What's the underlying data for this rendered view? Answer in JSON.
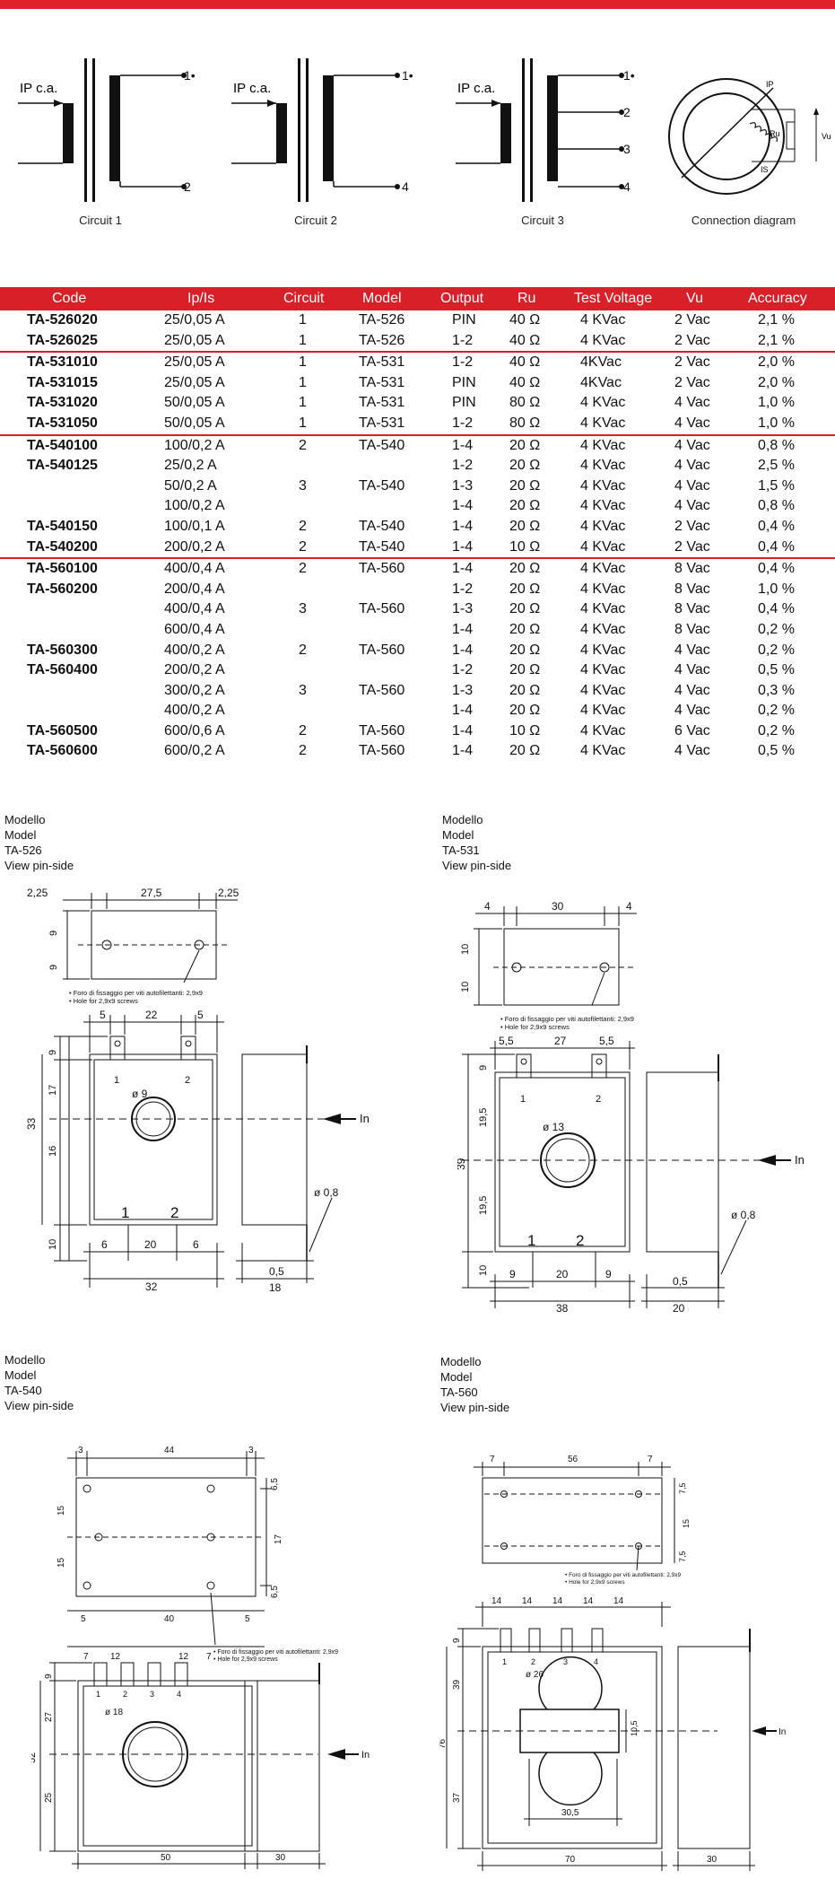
{
  "circuits": [
    {
      "label": "Circuit 1",
      "input": "IP c.a.",
      "pins": [
        "1•",
        "2"
      ]
    },
    {
      "label": "Circuit 2",
      "input": "IP c.a.",
      "pins": [
        "1•",
        "4"
      ]
    },
    {
      "label": "Circuit 3",
      "input": "IP c.a.",
      "pins": [
        "1•",
        "2",
        "3",
        "4"
      ]
    },
    {
      "label": "Connection diagram",
      "ip": "IP",
      "ru": "Ru",
      "is": "IS",
      "vu": "Vu"
    }
  ],
  "table": {
    "headers": [
      "Code",
      "Ip/Is",
      "Circuit",
      "Model",
      "Output",
      "Ru",
      "Test Voltage",
      "Vu",
      "Accuracy"
    ],
    "rows": [
      {
        "code": "TA-526020",
        "ipis": "25/0,05 A",
        "circuit": "1",
        "model": "TA-526",
        "output": "PIN",
        "ru": "40 Ω",
        "tv": "4 KVac",
        "vu": "2 Vac",
        "acc": "2,1 %",
        "sep": false
      },
      {
        "code": "TA-526025",
        "ipis": "25/0,05 A",
        "circuit": "1",
        "model": "TA-526",
        "output": "1-2",
        "ru": "40 Ω",
        "tv": "4 KVac",
        "vu": "2 Vac",
        "acc": "2,1 %",
        "sep": false
      },
      {
        "code": "TA-531010",
        "ipis": "25/0,05 A",
        "circuit": "1",
        "model": "TA-531",
        "output": "1-2",
        "ru": "40 Ω",
        "tv": "4KVac",
        "vu": "2 Vac",
        "acc": "2,0 %",
        "sep": true
      },
      {
        "code": "TA-531015",
        "ipis": "25/0,05 A",
        "circuit": "1",
        "model": "TA-531",
        "output": "PIN",
        "ru": "40 Ω",
        "tv": "4KVac",
        "vu": "2 Vac",
        "acc": "2,0 %",
        "sep": false
      },
      {
        "code": "TA-531020",
        "ipis": "50/0,05 A",
        "circuit": "1",
        "model": "TA-531",
        "output": "PIN",
        "ru": "80 Ω",
        "tv": "4 KVac",
        "vu": "4 Vac",
        "acc": "1,0 %",
        "sep": false
      },
      {
        "code": "TA-531050",
        "ipis": "50/0,05 A",
        "circuit": "1",
        "model": "TA-531",
        "output": "1-2",
        "ru": "80 Ω",
        "tv": "4 KVac",
        "vu": "4 Vac",
        "acc": "1,0 %",
        "sep": false
      },
      {
        "code": "TA-540100",
        "ipis": "100/0,2 A",
        "circuit": "2",
        "model": "TA-540",
        "output": "1-4",
        "ru": "20 Ω",
        "tv": "4 KVac",
        "vu": "4 Vac",
        "acc": "0,8 %",
        "sep": true
      },
      {
        "code": "TA-540125",
        "ipis": "25/0,2 A",
        "circuit": "",
        "model": "",
        "output": "1-2",
        "ru": "20 Ω",
        "tv": "4 KVac",
        "vu": "4 Vac",
        "acc": "2,5 %",
        "sep": false
      },
      {
        "code": "",
        "ipis": "50/0,2 A",
        "circuit": "3",
        "model": "TA-540",
        "output": "1-3",
        "ru": "20 Ω",
        "tv": "4 KVac",
        "vu": "4 Vac",
        "acc": "1,5 %",
        "sep": false
      },
      {
        "code": "",
        "ipis": "100/0,2 A",
        "circuit": "",
        "model": "",
        "output": "1-4",
        "ru": "20 Ω",
        "tv": "4 KVac",
        "vu": "4 Vac",
        "acc": "0,8 %",
        "sep": false
      },
      {
        "code": "TA-540150",
        "ipis": "100/0,1 A",
        "circuit": "2",
        "model": "TA-540",
        "output": "1-4",
        "ru": "20 Ω",
        "tv": "4 KVac",
        "vu": "2 Vac",
        "acc": "0,4 %",
        "sep": false
      },
      {
        "code": "TA-540200",
        "ipis": "200/0,2 A",
        "circuit": "2",
        "model": "TA-540",
        "output": "1-4",
        "ru": "10 Ω",
        "tv": "4 KVac",
        "vu": "2 Vac",
        "acc": "0,4 %",
        "sep": false
      },
      {
        "code": "TA-560100",
        "ipis": "400/0,4 A",
        "circuit": "2",
        "model": "TA-560",
        "output": "1-4",
        "ru": "20 Ω",
        "tv": "4 KVac",
        "vu": "8 Vac",
        "acc": "0,4 %",
        "sep": true
      },
      {
        "code": "TA-560200",
        "ipis": "200/0,4 A",
        "circuit": "",
        "model": "",
        "output": "1-2",
        "ru": "20 Ω",
        "tv": "4 KVac",
        "vu": "8 Vac",
        "acc": "1,0 %",
        "sep": false
      },
      {
        "code": "",
        "ipis": "400/0,4 A",
        "circuit": "3",
        "model": "TA-560",
        "output": "1-3",
        "ru": "20 Ω",
        "tv": "4 KVac",
        "vu": "8 Vac",
        "acc": "0,4 %",
        "sep": false
      },
      {
        "code": "",
        "ipis": "600/0,4 A",
        "circuit": "",
        "model": "",
        "output": "1-4",
        "ru": "20 Ω",
        "tv": "4 KVac",
        "vu": "8 Vac",
        "acc": "0,2 %",
        "sep": false
      },
      {
        "code": "TA-560300",
        "ipis": "400/0,2 A",
        "circuit": "2",
        "model": "TA-560",
        "output": "1-4",
        "ru": "20 Ω",
        "tv": "4 KVac",
        "vu": "4 Vac",
        "acc": "0,2 %",
        "sep": false
      },
      {
        "code": "TA-560400",
        "ipis": "200/0,2 A",
        "circuit": "",
        "model": "",
        "output": "1-2",
        "ru": "20 Ω",
        "tv": "4 KVac",
        "vu": "4 Vac",
        "acc": "0,5 %",
        "sep": false
      },
      {
        "code": "",
        "ipis": "300/0,2 A",
        "circuit": "3",
        "model": "TA-560",
        "output": "1-3",
        "ru": "20 Ω",
        "tv": "4 KVac",
        "vu": "4 Vac",
        "acc": "0,3 %",
        "sep": false
      },
      {
        "code": "",
        "ipis": "400/0,2 A",
        "circuit": "",
        "model": "",
        "output": "1-4",
        "ru": "20 Ω",
        "tv": "4 KVac",
        "vu": "4 Vac",
        "acc": "0,2 %",
        "sep": false
      },
      {
        "code": "TA-560500",
        "ipis": "600/0,6 A",
        "circuit": "2",
        "model": "TA-560",
        "output": "1-4",
        "ru": "10 Ω",
        "tv": "4 KVac",
        "vu": "6 Vac",
        "acc": "0,2 %",
        "sep": false
      },
      {
        "code": "TA-560600",
        "ipis": "600/0,2 A",
        "circuit": "2",
        "model": "TA-560",
        "output": "1-4",
        "ru": "20 Ω",
        "tv": "4 KVac",
        "vu": "4 Vac",
        "acc": "0,5 %",
        "sep": false
      }
    ]
  },
  "models": [
    {
      "label_lines": [
        "Modello",
        "Model",
        "TA-526",
        "View pin-side"
      ],
      "top_dims": [
        "2,25",
        "27,5",
        "2,25"
      ],
      "top_side": [
        "9",
        "9"
      ],
      "hole_note": [
        "• Foro di fissaggio per viti autofilettanti: 2,9x9",
        "• Hole for 2,9x9 screws"
      ],
      "pin_dims": [
        "5",
        "22",
        "5"
      ],
      "pins": [
        "1",
        "2"
      ],
      "pins_big": [
        "1",
        "2"
      ],
      "left_dims": [
        "9",
        "17",
        "16",
        "10"
      ],
      "overall_h": "33",
      "hole": "ø 9",
      "bottom_dims": [
        "6",
        "20",
        "6"
      ],
      "width": "32",
      "in": "In",
      "pin_d": "ø 0,8",
      "side_dims": [
        "0,5",
        "18"
      ]
    },
    {
      "label_lines": [
        "Modello",
        "Model",
        "TA-531",
        "View pin-side"
      ],
      "top_dims": [
        "4",
        "30",
        "4"
      ],
      "top_side": [
        "10",
        "10"
      ],
      "hole_note": [
        "• Foro di fissaggio per viti autofilettanti: 2,9x9",
        "• Hole for 2,9x9 screws"
      ],
      "pin_dims": [
        "5,5",
        "27",
        "5,5"
      ],
      "pins": [
        "1",
        "2"
      ],
      "pins_big": [
        "1",
        "2"
      ],
      "left_dims": [
        "9",
        "19,5",
        "19,5",
        "10"
      ],
      "overall_h": "39",
      "hole": "ø 13",
      "bottom_dims": [
        "9",
        "20",
        "9"
      ],
      "width": "38",
      "in": "In",
      "pin_d": "ø 0,8",
      "side_dims": [
        "0,5",
        "20"
      ]
    },
    {
      "label_lines": [
        "Modello",
        "Model",
        "TA-540",
        "View pin-side"
      ],
      "top_dims": [
        "3",
        "44",
        "3"
      ],
      "top_bottom": [
        "5",
        "40",
        "5"
      ],
      "top_side": [
        "15",
        "15"
      ],
      "top_right": [
        "6,5",
        "17",
        "6,5"
      ],
      "hole_note": [
        "• Foro di fissaggio per viti autofilettanti: 2,9x9",
        "• Hole for 2,9x9 screws"
      ],
      "pin_dims": [
        "7",
        "12",
        "12",
        "7"
      ],
      "pins": [
        "1",
        "2",
        "3",
        "4"
      ],
      "left_dims": [
        "9",
        "27",
        "25"
      ],
      "overall_h": "52",
      "hole": "ø 18",
      "width": "50",
      "in": "In",
      "side_dims": [
        "30"
      ]
    },
    {
      "label_lines": [
        "Modello",
        "Model",
        "TA-560",
        "View pin-side"
      ],
      "top_dims": [
        "7",
        "56",
        "7"
      ],
      "top_right": [
        "7,5",
        "15",
        "7,5"
      ],
      "hole_note": [
        "• Foro di fissaggio per viti autofilettanti: 2,9x9",
        "• Hole for 2,9x9 screws"
      ],
      "pin_dims": [
        "14",
        "14",
        "14",
        "14",
        "14"
      ],
      "pins": [
        "1",
        "2",
        "3",
        "4"
      ],
      "left_dims": [
        "9",
        "39",
        "37"
      ],
      "overall_h": "76",
      "hole": "ø 26",
      "slot": "10,5",
      "slot_w": "30,5",
      "width": "70",
      "in": "In",
      "side_dims": [
        "30"
      ]
    }
  ]
}
